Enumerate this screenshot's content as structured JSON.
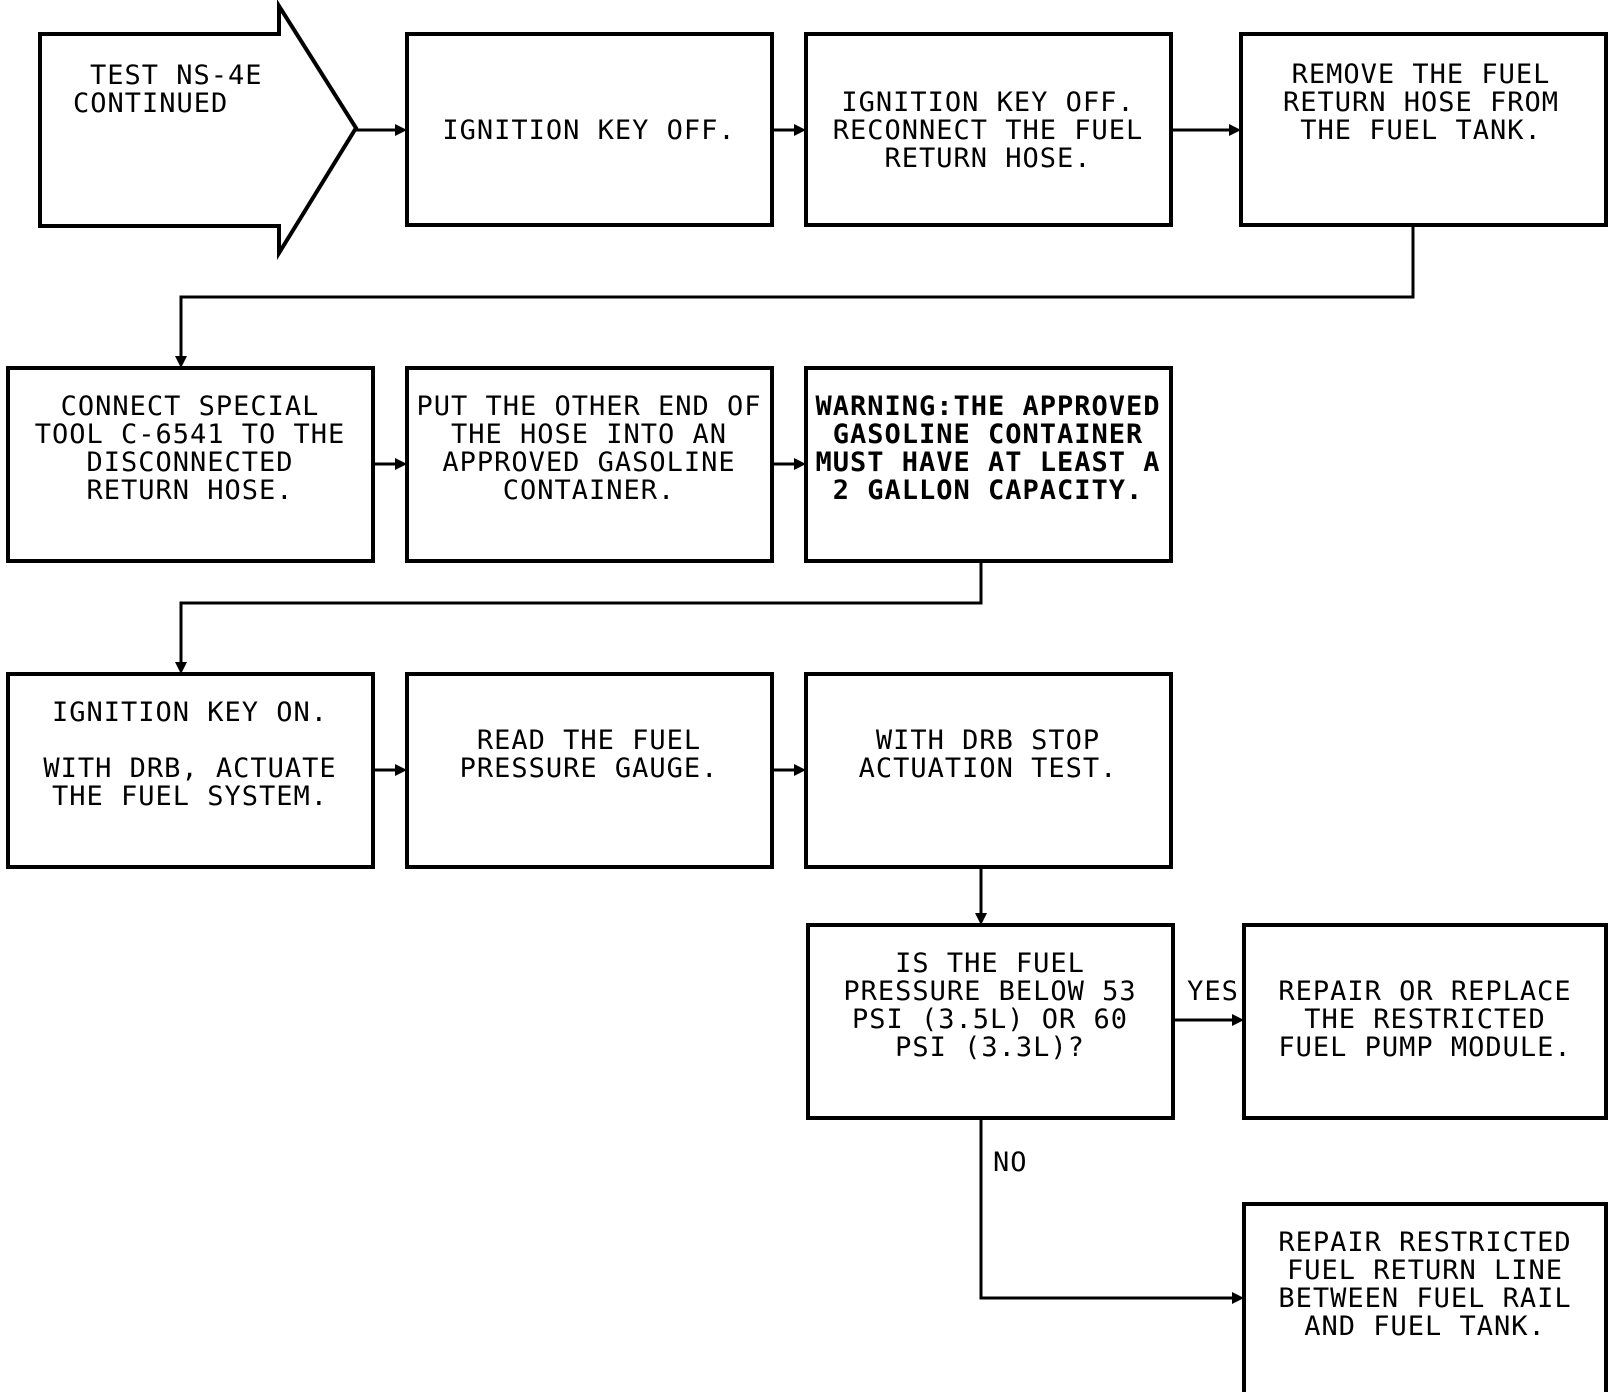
{
  "start": {
    "lines": [
      "TEST NS-4E",
      "CONTINUED"
    ]
  },
  "steps": {
    "ign_off_1": {
      "lines": [
        "IGNITION KEY OFF."
      ]
    },
    "ign_off_2": {
      "lines": [
        "IGNITION KEY OFF.",
        "RECONNECT THE FUEL",
        "RETURN HOSE."
      ]
    },
    "remove_hose": {
      "lines": [
        "REMOVE THE FUEL",
        "RETURN HOSE FROM",
        "THE FUEL TANK."
      ]
    },
    "connect_tool": {
      "lines": [
        "CONNECT SPECIAL",
        "TOOL C-6541 TO THE",
        "DISCONNECTED",
        "RETURN HOSE."
      ]
    },
    "put_end": {
      "lines": [
        "PUT THE OTHER END OF",
        "THE HOSE INTO AN",
        "APPROVED GASOLINE",
        "CONTAINER."
      ]
    },
    "warning": {
      "lines": [
        "WARNING:THE APPROVED",
        "GASOLINE CONTAINER",
        "MUST HAVE AT LEAST A",
        "2 GALLON CAPACITY."
      ]
    },
    "ign_on": {
      "lines": [
        "IGNITION KEY ON.",
        "",
        "WITH DRB, ACTUATE",
        "THE FUEL SYSTEM."
      ]
    },
    "read_gauge": {
      "lines": [
        "READ THE FUEL",
        "PRESSURE GAUGE."
      ]
    },
    "stop_test": {
      "lines": [
        "WITH DRB STOP",
        "ACTUATION TEST."
      ]
    },
    "question": {
      "lines": [
        "IS THE FUEL",
        "PRESSURE BELOW 53",
        "PSI (3.5L) OR 60",
        "PSI (3.3L)?"
      ]
    },
    "repair_pump": {
      "lines": [
        "REPAIR OR REPLACE",
        "THE RESTRICTED",
        "FUEL PUMP MODULE."
      ]
    },
    "repair_line": {
      "lines": [
        "REPAIR RESTRICTED",
        "FUEL RETURN LINE",
        "BETWEEN FUEL RAIL",
        "AND FUEL TANK."
      ]
    }
  },
  "branches": {
    "yes": "YES",
    "no": "NO"
  }
}
